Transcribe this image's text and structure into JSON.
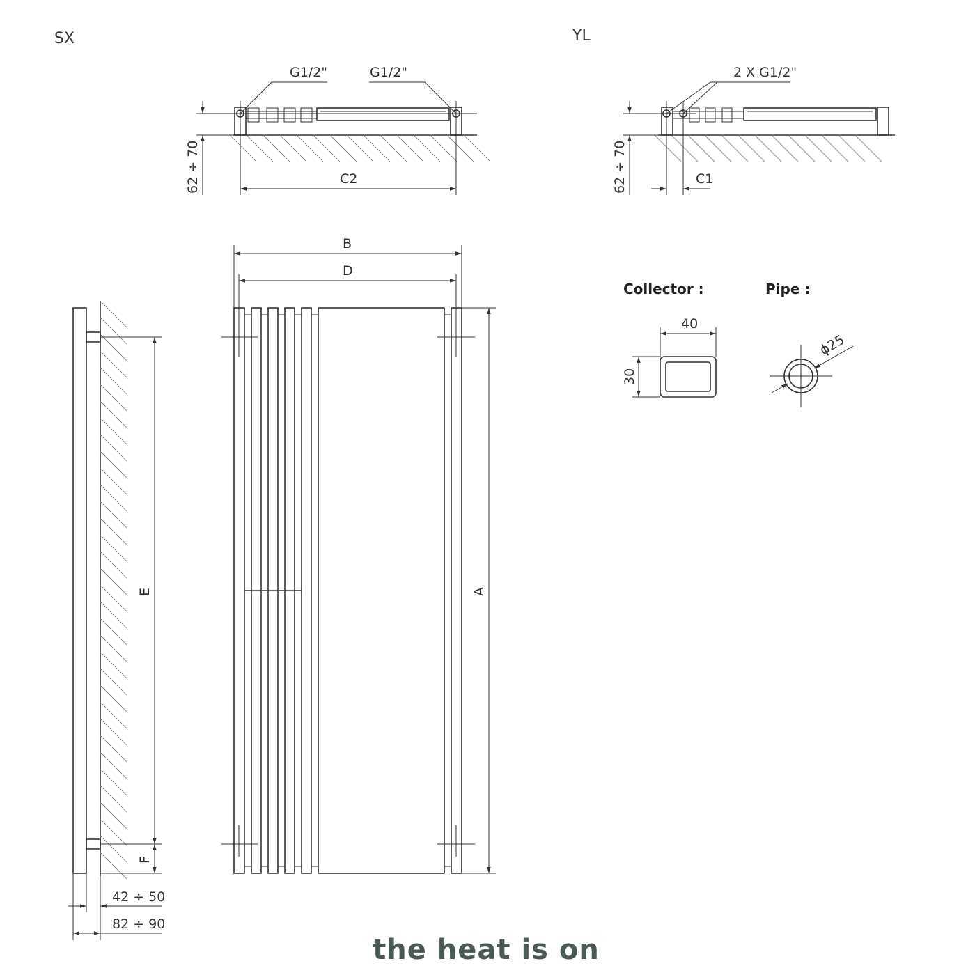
{
  "views": {
    "sx": "SX",
    "yl": "YL"
  },
  "connections": {
    "g_left": "G1/2\"",
    "g_right": "G1/2\"",
    "g_double": "2 X G1/2\""
  },
  "dims": {
    "wall": "62 ÷ 70",
    "c1": "C1",
    "c2": "C2",
    "a": "A",
    "b": "B",
    "d": "D",
    "e": "E",
    "f": "F",
    "depth_inner": "42 ÷ 50",
    "depth_outer": "82 ÷ 90"
  },
  "sections": {
    "collector_label": "Collector :",
    "collector_w": "40",
    "collector_h": "30",
    "pipe_label": "Pipe :",
    "pipe_d": "ϕ25"
  },
  "brand": "the heat is on",
  "colors": {
    "line": "#333333",
    "hatch": "#8a8a8a",
    "brand": "#4a5a52"
  }
}
